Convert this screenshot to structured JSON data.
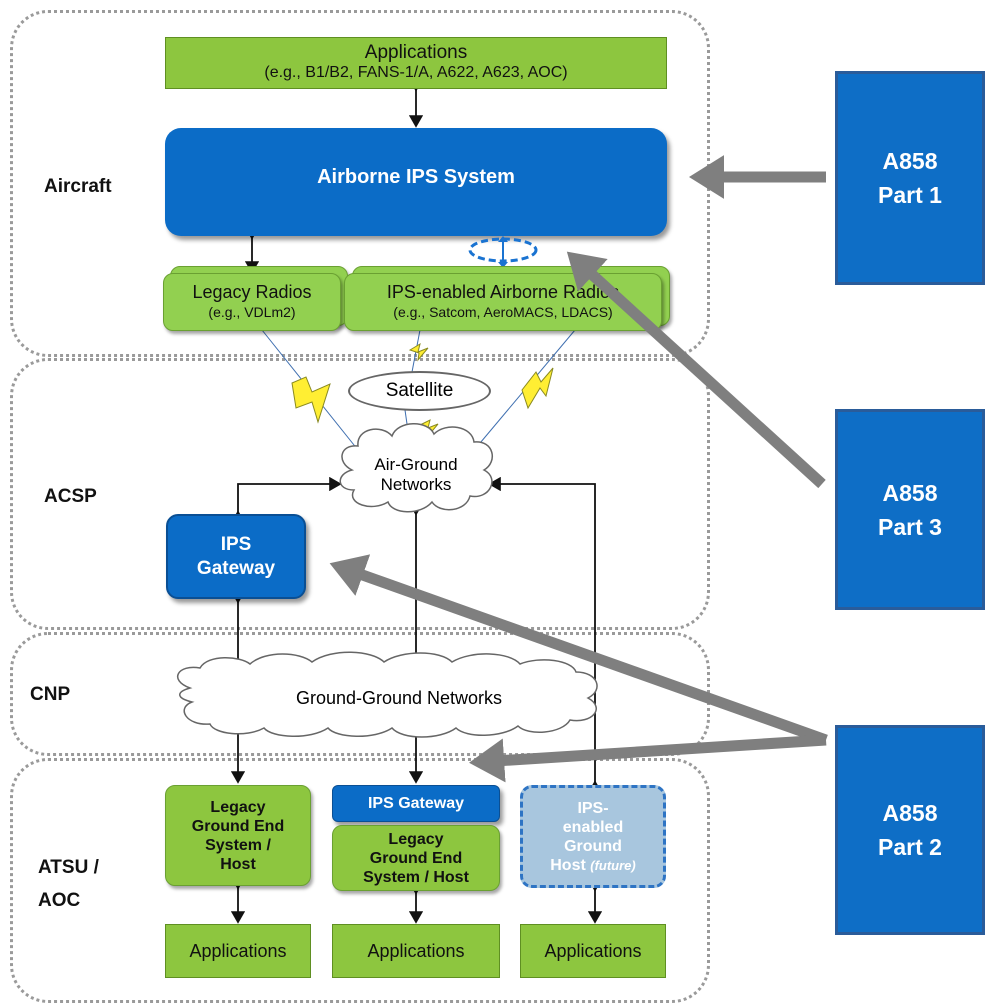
{
  "regions": {
    "aircraft": "Aircraft",
    "acsp": "ACSP",
    "cnp": "CNP",
    "atsu_line1": "ATSU /",
    "atsu_line2": "AOC"
  },
  "aircraft": {
    "applications_title": "Applications",
    "applications_sub": "(e.g., B1/B2, FANS-1/A, A622, A623, AOC)",
    "airborne_system": "Airborne IPS System",
    "legacy_radios": "Legacy Radios",
    "legacy_radios_sub": "(e.g., VDLm2)",
    "ips_radios": "IPS-enabled Airborne Radios",
    "ips_radios_sub": "(e.g., Satcom, AeroMACS, LDACS)"
  },
  "acsp": {
    "satellite": "Satellite",
    "air_ground_1": "Air-Ground",
    "air_ground_2": "Networks",
    "ips_gateway_1": "IPS",
    "ips_gateway_2": "Gateway"
  },
  "cnp": {
    "ground_networks": "Ground-Ground Networks"
  },
  "atsu": {
    "legacy_host_1": "Legacy",
    "legacy_host_2": "Ground End",
    "legacy_host_3": "System /",
    "legacy_host_4": "Host",
    "ips_gateway": "IPS Gateway",
    "legacy_host2_1": "Legacy",
    "legacy_host2_2": "Ground End",
    "legacy_host2_3": "System / Host",
    "ips_host_1": "IPS-",
    "ips_host_2": "enabled",
    "ips_host_3": "Ground",
    "ips_host_4": "Host",
    "ips_host_future": "(future)",
    "app1": "Applications",
    "app2": "Applications",
    "app3": "Applications"
  },
  "references": {
    "part1_a": "A858",
    "part1_b": "Part 1",
    "part3_a": "A858",
    "part3_b": "Part 3",
    "part2_a": "A858",
    "part2_b": "Part 2"
  },
  "colors": {
    "green": "#8dc63f",
    "blue": "#0b6cc7",
    "arrow_gray": "#7f7f7f"
  }
}
